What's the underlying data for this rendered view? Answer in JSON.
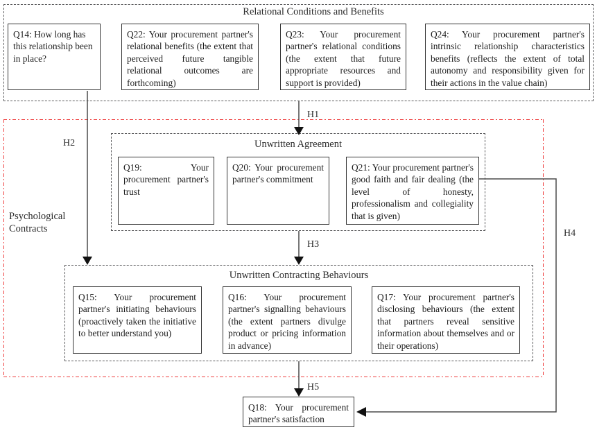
{
  "diagram": {
    "title_top": "Relational Conditions and Benefits",
    "title_middle": "Unwritten Agreement",
    "title_lower": "Unwritten Contracting Behaviours",
    "label_left": "Psychological\nContracts",
    "accent_red": "#ee3b3b",
    "line_color": "#4a4a4a"
  },
  "nodes": {
    "q14": "Q14: How long has this relationship been in place?",
    "q22": "Q22: Your procurement partner's relational benefits (the extent that perceived future tangible relational outcomes are forthcoming)",
    "q23": "Q23: Your procurement partner's relational conditions (the extent that future appropriate resources and support is provided)",
    "q24": "Q24: Your procurement partner's intrinsic relationship characteristics benefits (reflects the extent of total autonomy and responsibility given for their actions in the value chain)",
    "q19": "Q19: Your procurement partner's trust",
    "q20": "Q20: Your procurement partner's commitment",
    "q21": "Q21: Your procurement partner's good faith and fair dealing (the level of honesty, professionalism and collegiality that is given)",
    "q15": "Q15: Your procurement partner's initiating behaviours (proactively taken the initiative to better understand you)",
    "q16": "Q16: Your procurement partner's signalling behaviours (the extent partners divulge product or pricing information in advance)",
    "q17": "Q17: Your procurement partner's disclosing behaviours (the extent that partners reveal sensitive information about themselves and or their operations)",
    "q18": "Q18: Your procurement partner's satisfaction"
  },
  "hypotheses": {
    "h1": "H1",
    "h2": "H2",
    "h3": "H3",
    "h4": "H4",
    "h5": "H5"
  }
}
